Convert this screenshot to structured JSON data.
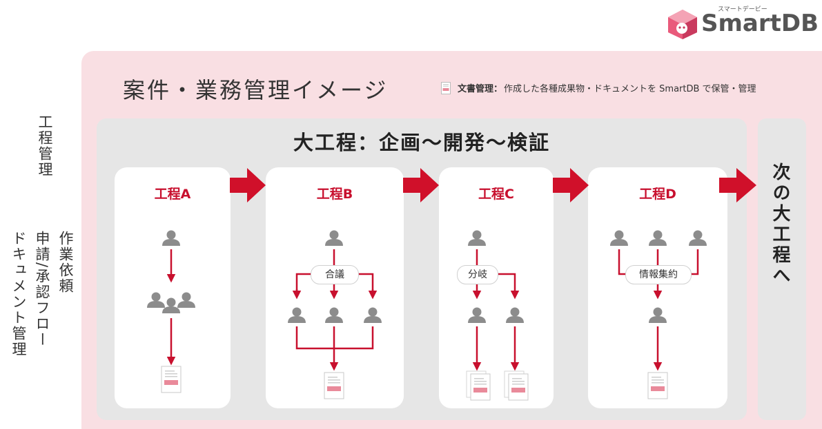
{
  "logo": {
    "kana": "スマートデービー",
    "name": "SmartDB"
  },
  "side_labels": {
    "process_mgmt": "工程管理",
    "work_request": "作業依頼",
    "approval_flow": "申請/承認フロー",
    "document_mgmt": "ドキュメント管理"
  },
  "header": {
    "title": "案件・業務管理イメージ",
    "legend_label": "文書管理：",
    "legend_text": "作成した各種成果物・ドキュメントを SmartDB で保管・管理"
  },
  "main_process": {
    "title": "大工程：企画〜開発〜検証"
  },
  "next_process": {
    "label": "次の大工程へ"
  },
  "steps": [
    {
      "title": "工程A"
    },
    {
      "title": "工程B",
      "tag": "合議"
    },
    {
      "title": "工程C",
      "tag": "分岐"
    },
    {
      "title": "工程D",
      "tag": "情報集約"
    }
  ],
  "colors": {
    "accent": "#c8102e",
    "arrow": "#d0102a",
    "pink_bg": "#f9dfe3",
    "gray_bg": "#e6e6e6",
    "person": "#8c8c8c",
    "doc_stripe": "#e98a9a"
  }
}
